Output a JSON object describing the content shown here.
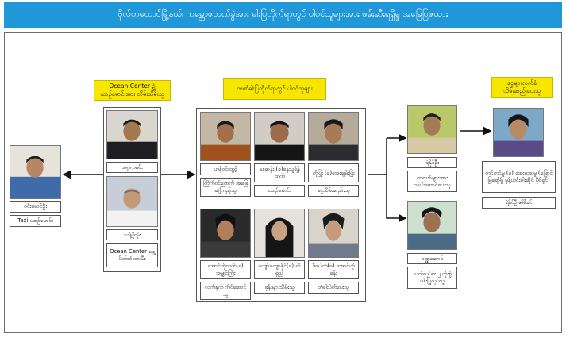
{
  "header": {
    "title": "ဗိုလ်တထောင်မြို့နယ်၊ ကမ္ဘောဇဘဏ်ခွဲအား ဓါးပြတိုက်ရာတွင် ပါဝင်သူများအား ဖမ်းဆီးရရှိမှု အခြေပြဇယား"
  },
  "taxi": {
    "name": "ဝင်းမောင်ဦး",
    "role": "Taxi ယာဉ်မောင်း"
  },
  "ocean": {
    "heading": "Ocean Center ၌ ယာဉ်မောင်းအား တိမ်းသိမ်းသူ",
    "p1_label": "အဂ္ဂကမင်း",
    "p2_label": "သန့်စိုးမိုး",
    "p2_role": "Ocean Center ရှေ့ပိတ်ဆံထားမီး"
  },
  "robbers": {
    "heading": "ဘဏ်ဓါးပြတိုက်ရာတွင် ပါဝင်သူများ",
    "items": [
      {
        "name": "ဟန်ဝင်းထွဋ်",
        "role": "ကြိုက်ဝင်စောက် အဖြေဆွဲကြည့်သူ"
      },
      {
        "name": "နေဆန်း (ခ)နေသူရိန်ထက်",
        "role": "ယာဉ်မောင်း"
      },
      {
        "name": "ကိုပြုံး (ခ)အေးချမ်းပြုံး",
        "role": "ငွေသိမ်းဆည်းသူ"
      },
      {
        "name": "အောင်ကိုလတ်(ခ) အမျှင်ကြီး",
        "role": "လက်နက် ကိုင်ဆောင်သူ"
      },
      {
        "name": "ကျော်ကျော်နိုင်(ခ) ဆံရှည်",
        "role": "ဖုန်းများသိမ်းသူ"
      },
      {
        "name": "ဒီပေါက်(ခ) အောင်ကိုခန်း",
        "role": "တံခါးပိတ်ပေးသူ"
      }
    ]
  },
  "helpers": {
    "h1_name": "ရဲနိုင်ဦး",
    "h1_role": "ကရားခံများအား သယ်ဆောင်ပေးသူ",
    "h2_name": "ဝဏ္ဏဆောင်",
    "h2_role": "လက်လုပ်ဗုံး ၂ လုံးစွဲဖုန်းပြုလုပ်သူ"
  },
  "receiver": {
    "heading": "ငွေများလက်ခံ သိမ်းဆည်းပေးသူ",
    "name": "တင်တင်မူ (ခ) အေးအေးမူ (မြောင်မြရော်ရှိ မုန့်ဟင်းခါးဆိုင် ပိုင်ရှင်)",
    "relation": "ရဲနိုင်ဦး၏မိခင်"
  }
}
